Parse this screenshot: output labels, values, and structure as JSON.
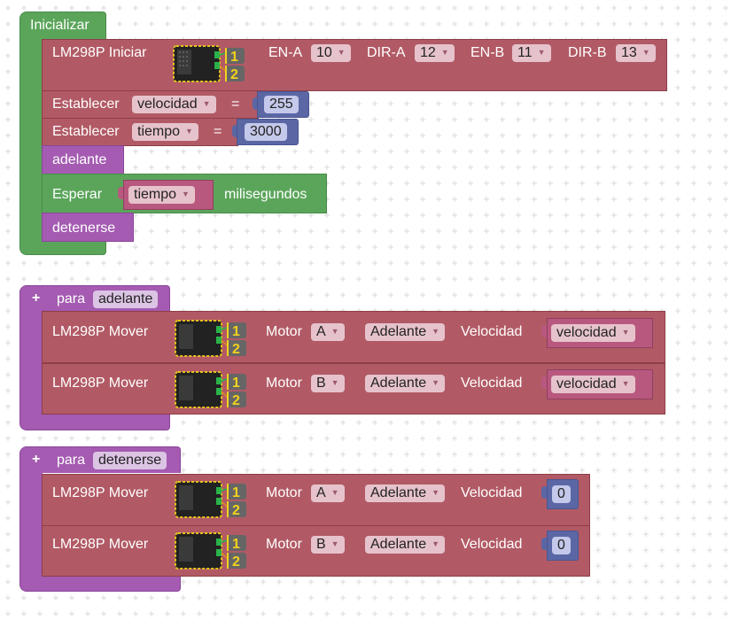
{
  "workspace": {
    "background": "#ffffff",
    "grid_color": "#d8d8d8"
  },
  "colors": {
    "motor_block": "#b15a65",
    "procedure_block": "#a45bb1",
    "loop_block": "#5ba55b",
    "math_block": "#5b67a5",
    "variable_block": "#b9587f"
  },
  "init_block": {
    "title": "Inicializar",
    "lm298p_init": {
      "label": "LM298P Iniciar",
      "icon": "lm298p-shield-image",
      "fields": [
        {
          "label": "EN-A",
          "value": "10"
        },
        {
          "label": "DIR-A",
          "value": "12"
        },
        {
          "label": "EN-B",
          "value": "11"
        },
        {
          "label": "DIR-B",
          "value": "13"
        }
      ]
    },
    "set_velocidad": {
      "label": "Establecer",
      "variable": "velocidad",
      "eq": "=",
      "value": "255"
    },
    "set_tiempo": {
      "label": "Establecer",
      "variable": "tiempo",
      "eq": "=",
      "value": "3000"
    },
    "call_adelante": "adelante",
    "wait": {
      "label": "Esperar",
      "variable": "tiempo",
      "suffix": "milisegundos"
    },
    "call_detenerse": "detenerse"
  },
  "proc_adelante": {
    "plus": "+",
    "label": "para",
    "name": "adelante",
    "motors": [
      {
        "label": "LM298P Mover",
        "motor_label": "Motor",
        "motor": "A",
        "direction": "Adelante",
        "speed_label": "Velocidad",
        "speed_var": "velocidad"
      },
      {
        "label": "LM298P Mover",
        "motor_label": "Motor",
        "motor": "B",
        "direction": "Adelante",
        "speed_label": "Velocidad",
        "speed_var": "velocidad"
      }
    ]
  },
  "proc_detenerse": {
    "plus": "+",
    "label": "para",
    "name": "detenerse",
    "motors": [
      {
        "label": "LM298P Mover",
        "motor_label": "Motor",
        "motor": "A",
        "direction": "Adelante",
        "speed_label": "Velocidad",
        "speed_value": "0"
      },
      {
        "label": "LM298P Mover",
        "motor_label": "Motor",
        "motor": "B",
        "direction": "Adelante",
        "speed_label": "Velocidad",
        "speed_value": "0"
      }
    ]
  },
  "shield_labels": [
    "1",
    "2"
  ]
}
